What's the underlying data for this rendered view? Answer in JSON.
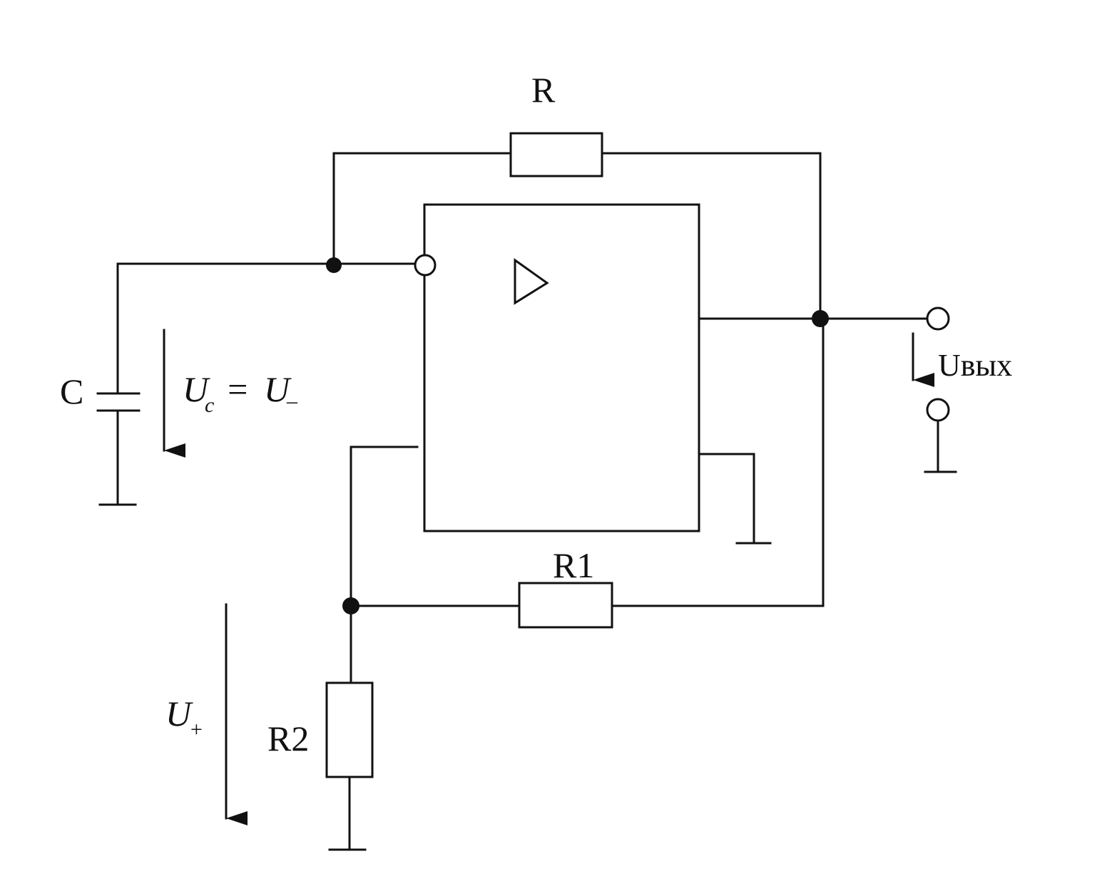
{
  "labels": {
    "r": "R",
    "r1": "R1",
    "r2": "R2",
    "c": "C",
    "uc_main": "U",
    "uc_sub": "c",
    "uc_eq": "=",
    "um_main": "U",
    "um_sub": "–",
    "uplus_main": "U",
    "uplus_sub": "+",
    "uout": "Uвых"
  },
  "colors": {
    "ink": "#111111",
    "background": "#ffffff"
  }
}
